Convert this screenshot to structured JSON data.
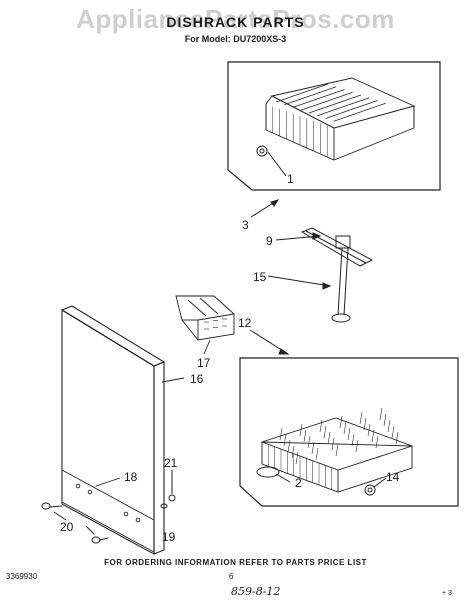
{
  "watermark": "AppliancePartsPros.com",
  "title": "DISHRACK PARTS",
  "model_line": "For Model: DU7200XS-3",
  "callouts": {
    "c1": "1",
    "c2": "2",
    "c3": "3",
    "c9": "9",
    "c12": "12",
    "c14": "14",
    "c15": "15",
    "c16": "16",
    "c17": "17",
    "c18": "18",
    "c19": "19",
    "c20": "20",
    "c21": "21"
  },
  "footer": "FOR ORDERING INFORMATION REFER TO PARTS PRICE LIST",
  "doc_number": "3369930",
  "page_number": "6",
  "handwritten_note": "859-8-12",
  "corner_mark": "+ 3"
}
